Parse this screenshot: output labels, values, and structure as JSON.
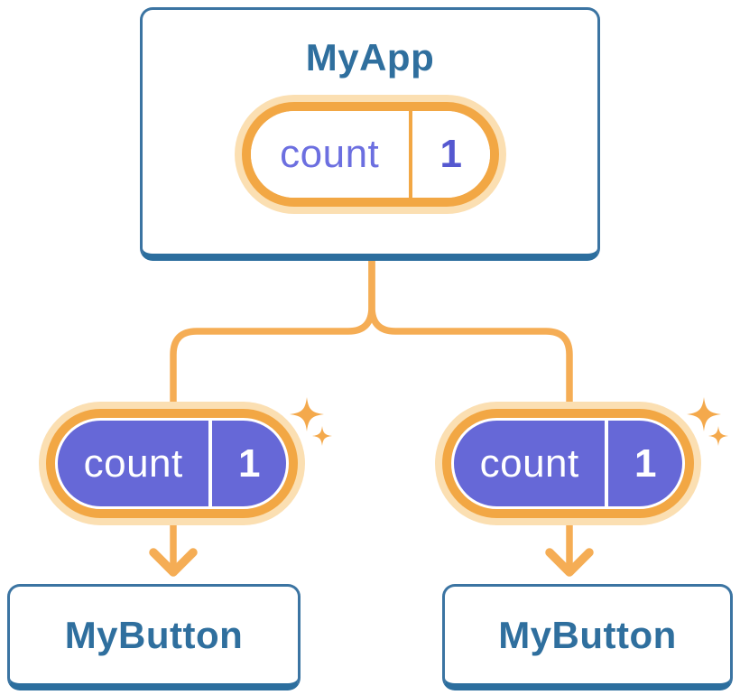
{
  "diagram": {
    "root": {
      "title": "MyApp",
      "state": {
        "label": "count",
        "value": "1"
      }
    },
    "children": [
      {
        "title": "MyButton",
        "prop": {
          "label": "count",
          "value": "1"
        }
      },
      {
        "title": "MyButton",
        "prop": {
          "label": "count",
          "value": "1"
        }
      }
    ]
  },
  "icons": {
    "sparkle": "four-point-star",
    "arrow": "chevron-arrow-down"
  },
  "colors": {
    "background": "#FFFFFF",
    "card_border": "#3B74A2",
    "card_border_bottom": "#2C6E9E",
    "card_background": "#FFFFFF",
    "title_text": "#2F6F9E",
    "connector_amber": "#F5AD55",
    "pill_ring_amber": "#F2A744",
    "pill_glow_peach": "#FBDFB2",
    "pill_fill_purple": "#6668D7",
    "pill_label_purple": "#6C6FE0",
    "pill_value_purple": "#5558D0",
    "pill_text_on_purple": "#FFFFFF"
  }
}
